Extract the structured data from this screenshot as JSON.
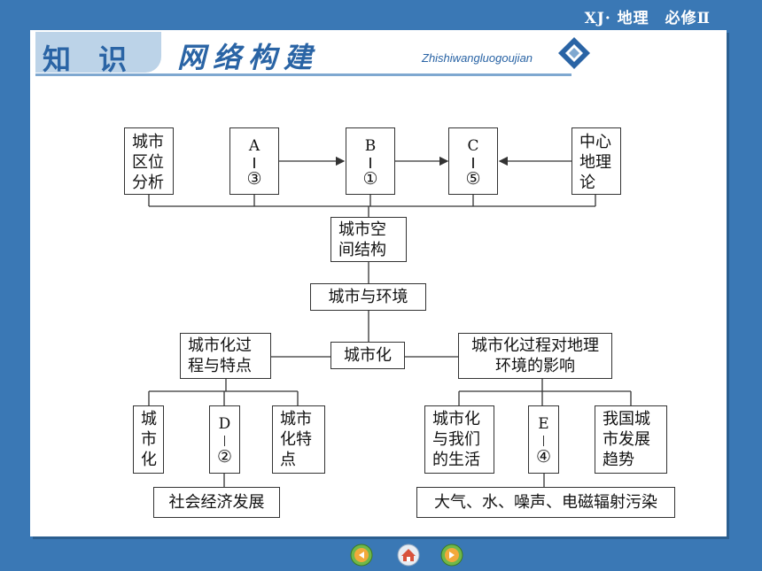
{
  "header": {
    "text": "XJ· 地理　必修Ⅱ"
  },
  "title": {
    "tag": "知 识",
    "main": "网络构建",
    "pinyin": "Zhishiwangluogoujian"
  },
  "diagram": {
    "top_left": "城市区位分析",
    "a_letter": "A",
    "a_num": "③",
    "b_letter": "B",
    "b_num": "①",
    "c_letter": "C",
    "c_num": "⑤",
    "top_right": "中心地理论",
    "spatial": "城市空间结构",
    "env": "城市与环境",
    "urban": "城市化",
    "process": "城市化过程与特点",
    "impact": "城市化过程对地理环境的影响",
    "left1": "城市化",
    "d_letter": "D",
    "d_num": "②",
    "left3": "城市化特点",
    "social": "社会经济发展",
    "right1": "城市化与我们的生活",
    "e_letter": "E",
    "e_num": "④",
    "right3": "我国城市发展趋势",
    "pollution": "大气、水、噪声、电磁辐射污染"
  },
  "nav": {
    "icons": [
      "back-icon",
      "home-icon",
      "forward-icon"
    ]
  }
}
